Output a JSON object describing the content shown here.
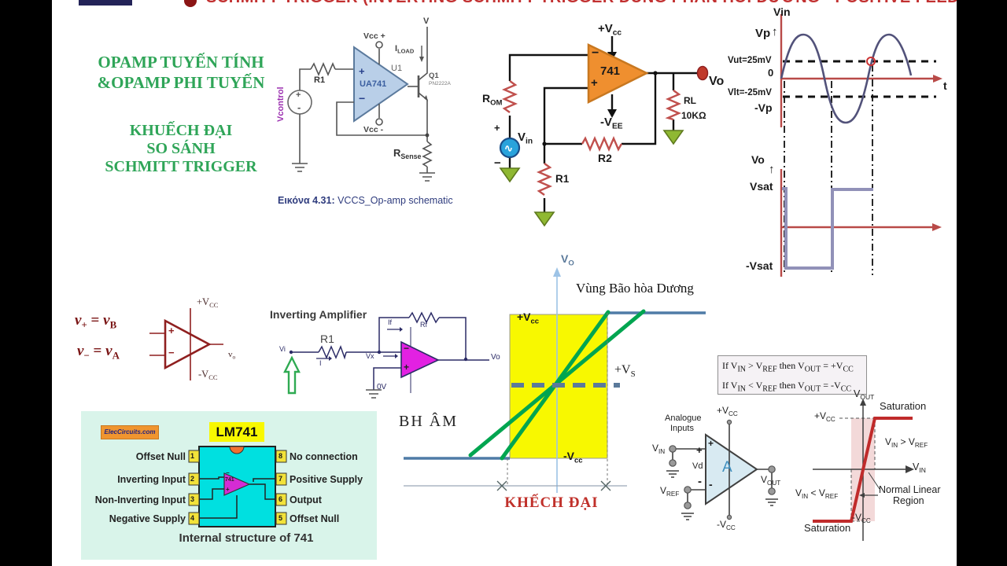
{
  "banner": {
    "clipped_title": "SCHMITT TRIGGER (INVERTING SCHMITT TRIGGER DÙNG PHẢN HỒI DƯƠNG - POSITIVE FEEDBACK)"
  },
  "title_block": {
    "line1": "OPAMP TUYẾN TÍNH",
    "line2": "&OPAMP PHI TUYẾN",
    "line3": "KHUẾCH ĐẠI",
    "line4": "SO SÁNH",
    "line5": "SCHMITT TRIGGER"
  },
  "vccs": {
    "vcontrol": "Vcontrol",
    "r1": "R1",
    "plus": "+",
    "minus": "−",
    "src_plus": "+",
    "src_minus": "-",
    "chip": "UA741",
    "u1": "U1",
    "vcc_plus": "Vcc +",
    "vcc_minus": "Vcc -",
    "v": "V",
    "iload_html": "I<sub>LOAD</sub>",
    "arrow_down": "↓",
    "q1": "Q1",
    "part": "PN2222A",
    "rsense_html": "R<sub>Sense</sub>",
    "caption_prefix": "Εικόνα 4.31:",
    "caption_rest": " VCCS_Op-amp schematic"
  },
  "cmp741": {
    "vcc_html": "+V<sub>cc</sub>",
    "vee_html": "-V<sub>EE</sub>",
    "chip": "741",
    "minus": "−",
    "plus": "+",
    "rom_html": "R<sub>OM</sub>",
    "vin_html": "V<sub>in</sub>",
    "src_plus": "+",
    "src_minus": "−",
    "r1": "R1",
    "r2": "R2",
    "rl": "RL",
    "rl_val": "10KΩ",
    "vo": "Vo"
  },
  "vin_plot": {
    "title": "Vin",
    "vp": "Vp",
    "up_arrow": "↑",
    "vut": "Vut=25mV",
    "zero": "0",
    "vlt": "Vlt=-25mV",
    "minus_vp": "-Vp",
    "t": "t"
  },
  "vo_plot": {
    "title": "Vo",
    "up_arrow": "↑",
    "vsat": "Vsat",
    "minus_vsat": "-Vsat"
  },
  "equations": {
    "eq1_html": "<i>v</i><sub>+</sub> = <i>v</i><sub>B</sub>",
    "eq2_html": "<i>v</i><sub>−</sub> = <i>v</i><sub>A</sub>",
    "plus": "+",
    "minus": "−",
    "vcc_html": "+V<sub>CC</sub>",
    "neg_vcc_html": "-V<sub>CC</sub>",
    "vo_html": "v<sub>o</sub>"
  },
  "invamp": {
    "title": "Inverting Amplifier",
    "vi": "Vi",
    "r1": "R1",
    "i": "I",
    "vx": "Vx",
    "if_label": "If",
    "rf": "Rf",
    "minus": "−",
    "plus": "+",
    "zero_v": "0V",
    "vo": "Vo"
  },
  "transfer": {
    "vo_html": "V<sub>O</sub>",
    "region_pos": "Vùng Bão hòa Dương",
    "vcc_html": "+V<sub>cc</sub>",
    "neg_vcc_html": "-V<sub>cc</sub>",
    "vs_html": "+V<sub>S</sub>",
    "bh_am": "BH  ÂM",
    "khech_dai": "KHẾCH ĐẠI"
  },
  "rules": {
    "line1_html": "If V<sub>IN</sub> &gt; V<sub>REF</sub> then V<sub>OUT</sub> = +V<sub>CC</sub>",
    "line2_html": "If V<sub>IN</sub> &lt; V<sub>REF</sub> then V<sub>OUT</sub> = -V<sub>CC</sub>"
  },
  "cmpA": {
    "inputs1": "Analogue",
    "inputs2": "Inputs",
    "vcc_html": "+V<sub>CC</sub>",
    "neg_vcc_html": "-V<sub>CC</sub>",
    "vin_html": "V<sub>IN</sub>",
    "vref_html": "V<sub>REF</sub>",
    "vd": "Vd",
    "plus_outer": "+",
    "minus_outer": "-",
    "plus_inner": "+",
    "minus_inner": "-",
    "gain": "A",
    "vout_html": "V<sub>OUT</sub>"
  },
  "vout_curve": {
    "vout_html": "V<sub>OUT</sub>",
    "sat_top": "Saturation",
    "sat_bottom": "Saturation",
    "vcc_html": "+V<sub>CC</sub>",
    "neg_vcc_html": "-V<sub>CC</sub>",
    "gt_html": "V<sub>IN</sub> &gt; V<sub>REF</sub>",
    "lt_html": "V<sub>IN</sub> &lt; V<sub>REF</sub>",
    "vin_html": "V<sub>IN</sub>",
    "nlr1": "Normal Linear",
    "nlr2": "Region"
  },
  "lm741": {
    "badge": "ElecCircuits.com",
    "title": "LM741",
    "chip": "741",
    "minus": "−",
    "plus": "+",
    "left_pins": [
      {
        "n": "1",
        "label": "Offset Null"
      },
      {
        "n": "2",
        "label": "Inverting Input"
      },
      {
        "n": "3",
        "label": "Non-Inverting Input"
      },
      {
        "n": "4",
        "label": "Negative Supply"
      }
    ],
    "right_pins": [
      {
        "n": "8",
        "label": "No connection"
      },
      {
        "n": "7",
        "label": "Positive Supply"
      },
      {
        "n": "6",
        "label": "Output"
      },
      {
        "n": "5",
        "label": "Offset Null"
      }
    ],
    "caption": "Internal structure of 741"
  },
  "colors": {
    "accent_red": "#c0504d",
    "title_green": "#2fa558",
    "green_line": "#00a550",
    "yellow": "#f8f800",
    "orange_opamp": "#ef8f2f",
    "magenta_opamp": "#e221e2",
    "cyan_ic": "#00e0e0",
    "panel_mint": "#d9f4ea",
    "wave": "#52527a",
    "square_wave": "#9191b8",
    "saturation_blue": "#4f7ba7"
  }
}
